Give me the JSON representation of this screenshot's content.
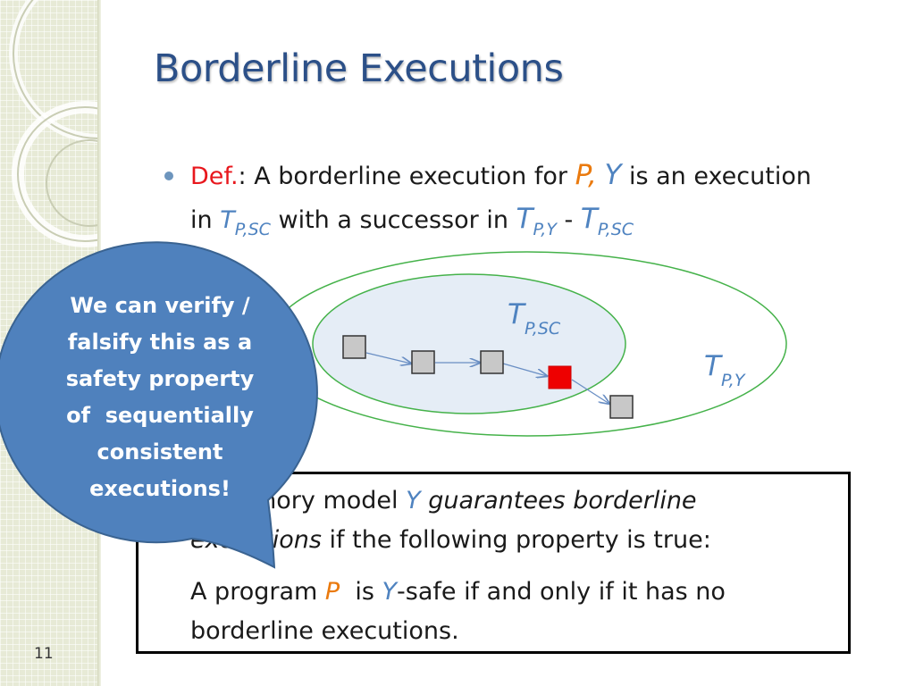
{
  "slide_number": "11",
  "title": "Borderline Executions",
  "bullet": {
    "def_label": "Def.",
    "text_1": ": A borderline execution for ",
    "p": "P",
    "comma": ",",
    "y": "Y",
    "text_2": " is an execution",
    "text_3": "in ",
    "t": "T",
    "sub_psc": "P,SC",
    "text_4": " with a successor in ",
    "sub_py": "P,Y",
    "minus": " - "
  },
  "diagram": {
    "inner_set_symbol": "T",
    "inner_set_sub": "P,SC",
    "outer_set_symbol": "T",
    "outer_set_sub": "P,Y",
    "colors": {
      "set_border": "#45b24a",
      "inner_fill": "#e5edf6",
      "node_fill": "#c8c8c8",
      "node_border": "#333333",
      "border_node": "#ee0000",
      "arrow": "#6a8fc4"
    }
  },
  "callout": {
    "lines": [
      "We can verify /",
      "falsify this as a",
      "safety property",
      "of  sequentially",
      "consistent",
      "executions!"
    ],
    "fill": "#4f81bd"
  },
  "box": {
    "line1_a": "A memory model ",
    "line1_y": "Y",
    "line1_b": " guarantees borderline",
    "line2_a": "executions",
    "line2_b": " if the following property is true:",
    "line3_a": "A program ",
    "line3_p": "P",
    "line3_b": "  is ",
    "line3_y": "Y",
    "line3_c": "-safe if and only if it has no",
    "line4": "borderline executions."
  }
}
